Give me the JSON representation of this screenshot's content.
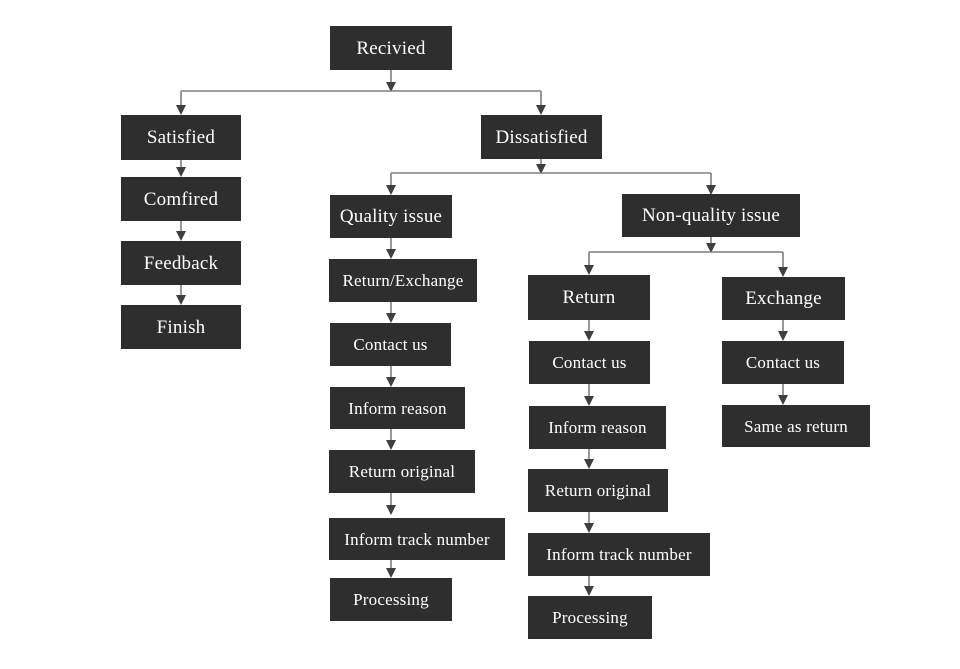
{
  "diagram": {
    "title_text_color": "#ffffff",
    "node_fill": "#2e2e2e",
    "connector_color": "#7f7f7f",
    "background": "#ffffff",
    "nodes": {
      "recivied": "Recivied",
      "satisfied": "Satisfied",
      "dissatisfied": "Dissatisfied",
      "comfired": "Comfired",
      "feedback": "Feedback",
      "finish": "Finish",
      "quality_issue": "Quality issue",
      "non_quality_issue": "Non-quality issue",
      "q_return_exchange": "Return/Exchange",
      "q_contact_us": "Contact us",
      "q_inform_reason": "Inform reason",
      "q_return_original": "Return original",
      "q_inform_track_number": "Inform track number",
      "q_processing": "Processing",
      "r_return": "Return",
      "r_contact_us": "Contact us",
      "r_inform_reason": "Inform reason",
      "r_return_original": "Return original",
      "r_inform_track_number": "Inform track number",
      "r_processing": "Processing",
      "e_exchange": "Exchange",
      "e_contact_us": "Contact us",
      "e_same_as_return": "Same as return"
    }
  }
}
